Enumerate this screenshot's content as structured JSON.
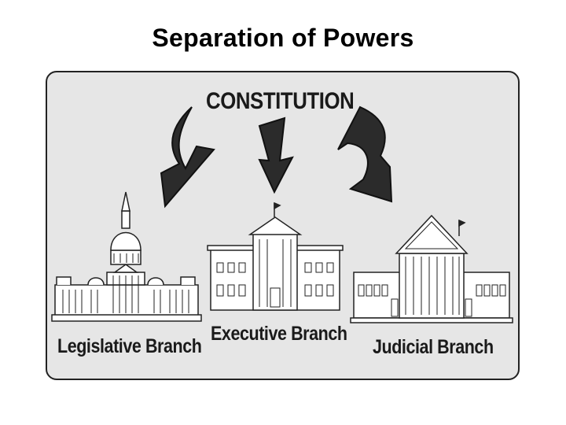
{
  "title": "Separation of Powers",
  "diagram": {
    "source": "CONSTITUTION",
    "branches": [
      {
        "label": "Legislative Branch",
        "building": "capitol-building-icon"
      },
      {
        "label": "Executive Branch",
        "building": "white-house-icon"
      },
      {
        "label": "Judicial Branch",
        "building": "supreme-court-icon"
      }
    ],
    "colors": {
      "panel": "#e6e6e6",
      "arrow": "#2b2b2b",
      "ink": "#1a1a1a"
    }
  }
}
